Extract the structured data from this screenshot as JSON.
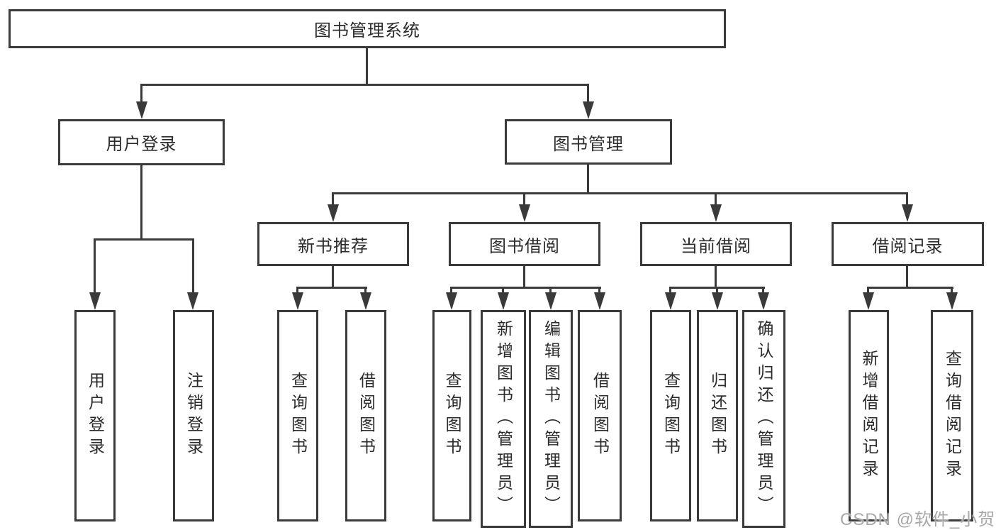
{
  "diagram": {
    "root": "图书管理系统",
    "level2": {
      "user_login": "用户登录",
      "book_management": "图书管理"
    },
    "user_login_children": {
      "login": "用户登录",
      "logout": "注销登录"
    },
    "book_management_children": {
      "new_book_recommend": "新书推荐",
      "book_borrow": "图书借阅",
      "current_borrow": "当前借阅",
      "borrow_records": "借阅记录"
    },
    "new_book_recommend_children": {
      "query_books": "查询图书",
      "borrow_books": "借阅图书"
    },
    "book_borrow_children": {
      "query_books": "查询图书",
      "add_books_admin": "新增图书（管理员）",
      "edit_books_admin": "编辑图书（管理员）",
      "borrow_books": "借阅图书"
    },
    "current_borrow_children": {
      "query_books": "查询图书",
      "return_books": "归还图书",
      "confirm_return_admin": "确认归还（管理员）"
    },
    "borrow_records_children": {
      "add_borrow_record": "新增借阅记录",
      "query_borrow_record": "查询借阅记录"
    }
  },
  "watermark": "CSDN @软件_小贺同学",
  "colors": {
    "line": "#3a3a3a",
    "text": "#2b2b2b",
    "watermark": "#a8a8a8",
    "background": "#ffffff"
  }
}
